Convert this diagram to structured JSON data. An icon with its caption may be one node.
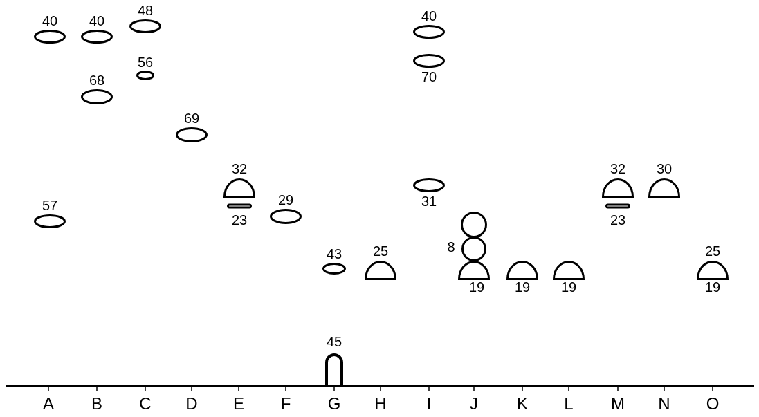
{
  "diagram": {
    "nodes": [
      {
        "text": [],
        "shape": "ellipse",
        "beside": [
          "40"
        ]
      },
      {
        "text": [],
        "shape": "ellipse",
        "beside": [
          "40"
        ]
      },
      {
        "text": [],
        "shape": "ellipse",
        "beside": [
          "48"
        ]
      },
      {
        "text": [],
        "shape": "ellipse",
        "beside": [
          "40"
        ]
      },
      {
        "text": [],
        "shape": "ellipse",
        "beside": [
          "56"
        ]
      },
      {
        "text": [],
        "shape": "ellipse",
        "beside": [
          "70"
        ]
      },
      {
        "text": [],
        "shape": "ellipse",
        "beside": [
          "68"
        ]
      },
      {
        "text": [],
        "shape": "ellipse",
        "beside": [
          "69"
        ]
      },
      {
        "text": [],
        "shape": "semicircle",
        "beside": [
          "32"
        ]
      },
      {
        "text": [],
        "shape": "ellipse",
        "beside": [
          "31"
        ]
      },
      {
        "text": [],
        "shape": "semicircle",
        "beside": [
          "32"
        ]
      },
      {
        "text": [],
        "shape": "semicircle",
        "beside": [
          "30"
        ]
      },
      {
        "text": [],
        "shape": "bar",
        "beside": [
          "23"
        ]
      },
      {
        "text": [],
        "shape": "bar",
        "beside": [
          "23"
        ]
      },
      {
        "text": [],
        "shape": "ellipse",
        "beside": [
          "57"
        ]
      },
      {
        "text": [],
        "shape": "ellipse",
        "beside": [
          "29"
        ]
      },
      {
        "text": [],
        "shape": "circle"
      },
      {
        "text": [],
        "shape": "circle",
        "beside": [
          "8"
        ]
      },
      {
        "text": [],
        "shape": "semicircle",
        "beside": [
          "19"
        ]
      },
      {
        "text": [],
        "shape": "ellipse",
        "beside": [
          "43"
        ]
      },
      {
        "text": [],
        "shape": "semicircle",
        "beside": [
          "25"
        ]
      },
      {
        "text": [],
        "shape": "semicircle",
        "beside": [
          "19"
        ]
      },
      {
        "text": [],
        "shape": "semicircle",
        "beside": [
          "19"
        ]
      },
      {
        "text": [],
        "shape": "semicircle",
        "beside": [
          "25",
          "19"
        ]
      },
      {
        "text": [],
        "shape": "arch",
        "beside": [
          "45"
        ]
      }
    ],
    "labels": [
      "A",
      "B",
      "C",
      "D",
      "E",
      "F",
      "G",
      "H",
      "I",
      "J",
      "K",
      "L",
      "M",
      "N",
      "O"
    ]
  }
}
